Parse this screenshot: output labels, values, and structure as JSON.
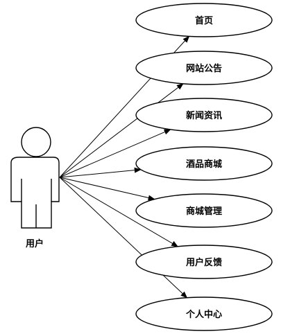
{
  "actor": {
    "label": "用户"
  },
  "use_cases": [
    {
      "label": "首页"
    },
    {
      "label": "网站公告"
    },
    {
      "label": "新闻资讯"
    },
    {
      "label": "酒品商城"
    },
    {
      "label": "商城管理"
    },
    {
      "label": "用户反馈"
    },
    {
      "label": "个人中心"
    }
  ]
}
